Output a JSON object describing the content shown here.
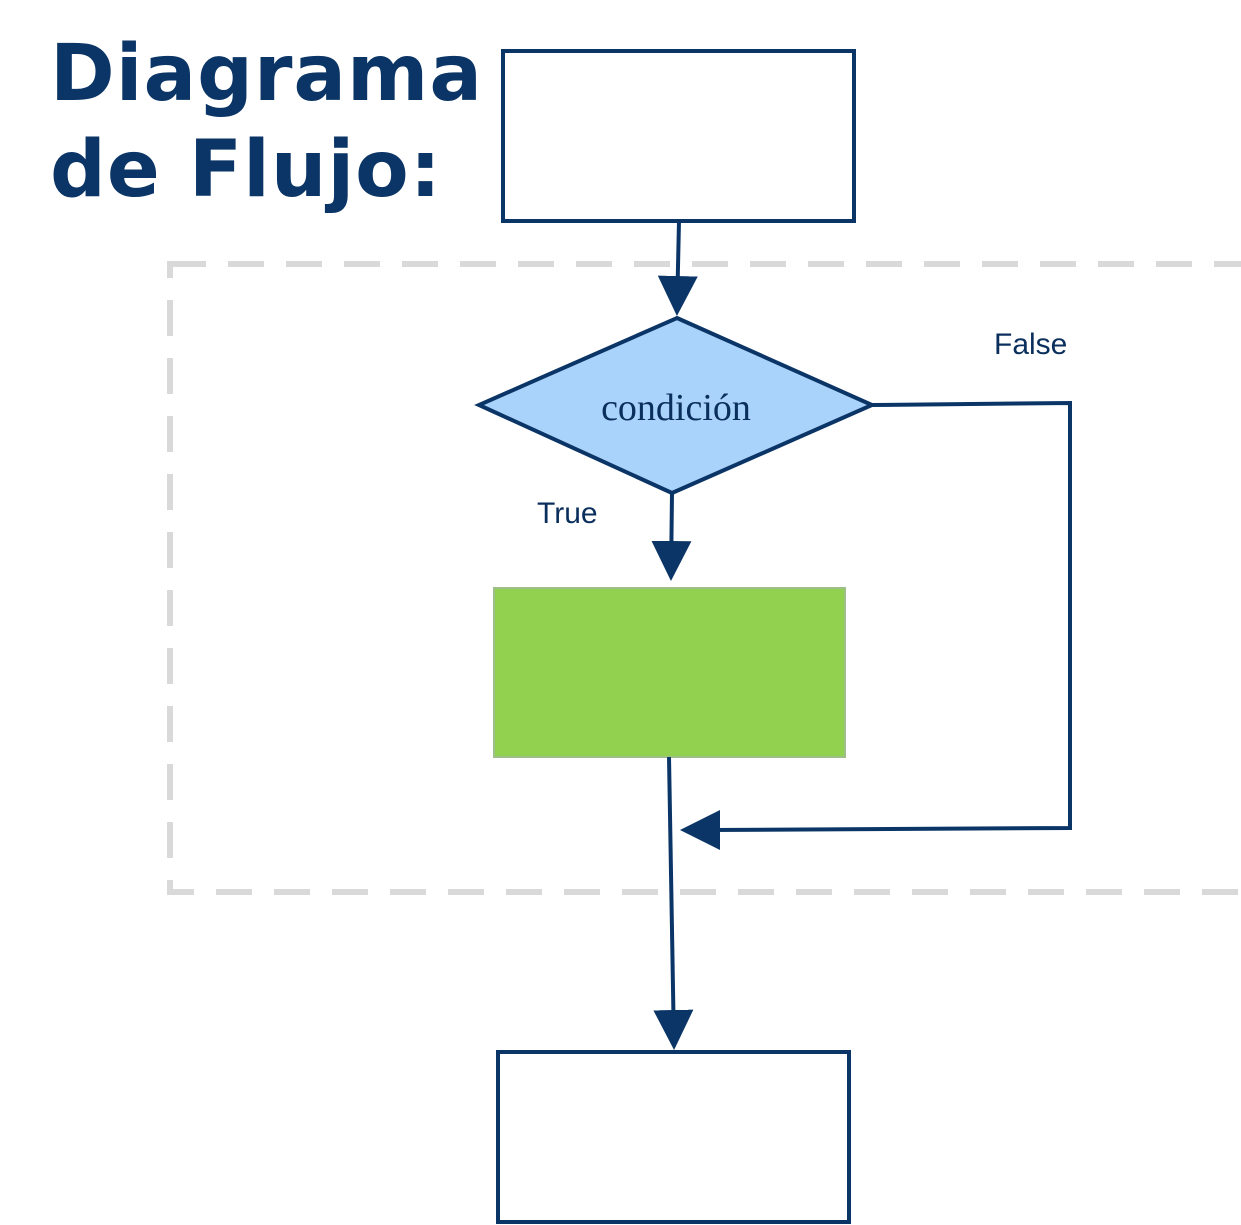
{
  "title": {
    "line1": "Diagrama",
    "line2": "de Flujo:"
  },
  "diagram": {
    "condition_label": "condición",
    "true_label": "True",
    "false_label": "False"
  },
  "colors": {
    "title": "#0b3566",
    "stroke": "#0b3566",
    "decision_fill": "#aad3fb",
    "process_fill": "#92d050",
    "group_border": "#d9d9d9"
  }
}
